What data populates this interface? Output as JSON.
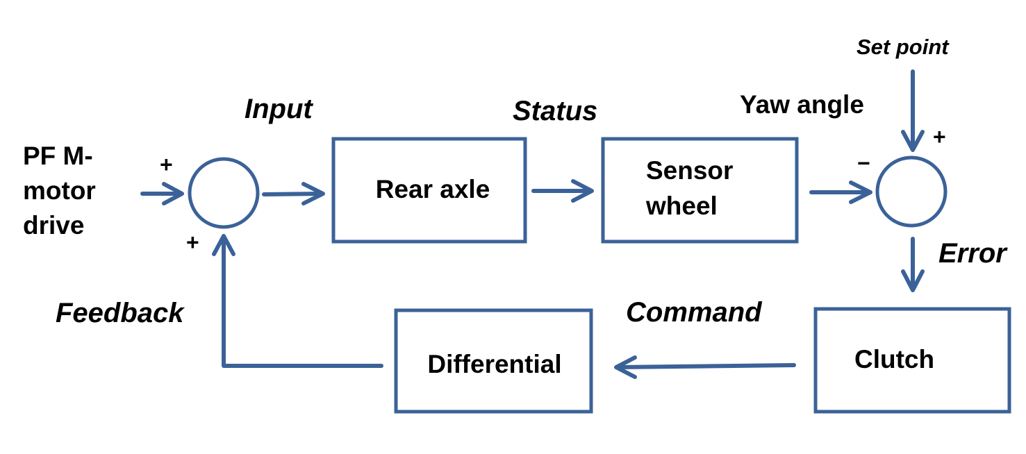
{
  "colors": {
    "line": "#3b6298",
    "text": "#000000",
    "background": "#ffffff"
  },
  "blocks": {
    "rear_axle": "Rear axle",
    "sensor_wheel": [
      "Sensor",
      "wheel"
    ],
    "clutch": "Clutch",
    "differential": "Differential"
  },
  "signals": {
    "drive_input": [
      "PF M-",
      "motor",
      "drive"
    ],
    "input": "Input",
    "status": "Status",
    "yaw_angle": "Yaw angle",
    "set_point": "Set point",
    "error": "Error",
    "command": "Command",
    "feedback": "Feedback"
  },
  "junction_signs": {
    "sum1_top": "+",
    "sum1_bottom": "+",
    "sum2_top": "+",
    "sum2_left": "−"
  }
}
